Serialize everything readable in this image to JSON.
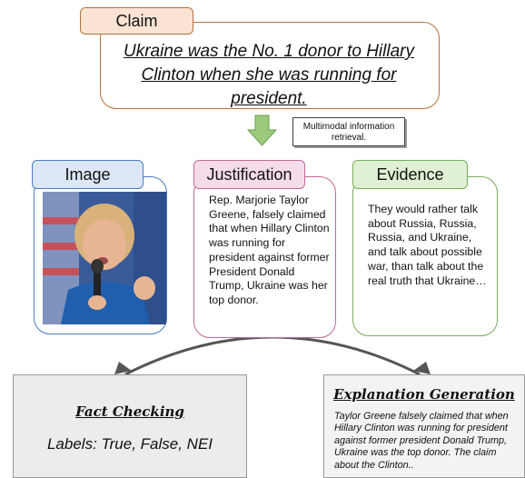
{
  "claim": {
    "label": "Claim",
    "text": "Ukraine was the No. 1 donor to Hillary Clinton when she was running for president."
  },
  "retrieval_note": "Multimodal information retrieval.",
  "panels": {
    "image": {
      "label": "Image"
    },
    "justification": {
      "label": "Justification",
      "text": "Rep. Marjorie Taylor Greene, falsely claimed that when Hillary Clinton was running for president against former President Donald Trump, Ukraine was her top donor."
    },
    "evidence": {
      "label": "Evidence",
      "text": "They would rather talk about Russia, Russia, Russia, and Ukraine, and talk about possible war, than talk about the real truth that Ukraine…"
    }
  },
  "outputs": {
    "fact_checking": {
      "title": "Fact Checking",
      "labels": "Labels: True, False, NEI"
    },
    "explanation": {
      "title": "Explanation Generation",
      "text": "Taylor Greene falsely claimed that when Hillary Clinton was running for president against former president Donald Trump, Ukraine was the top donor. The claim about the Clinton.."
    }
  },
  "colors": {
    "claim": "#b8713b",
    "image": "#4b7bc7",
    "justification": "#c06a9c",
    "evidence": "#77ad5b",
    "arrow_green": "#9dc97c"
  }
}
